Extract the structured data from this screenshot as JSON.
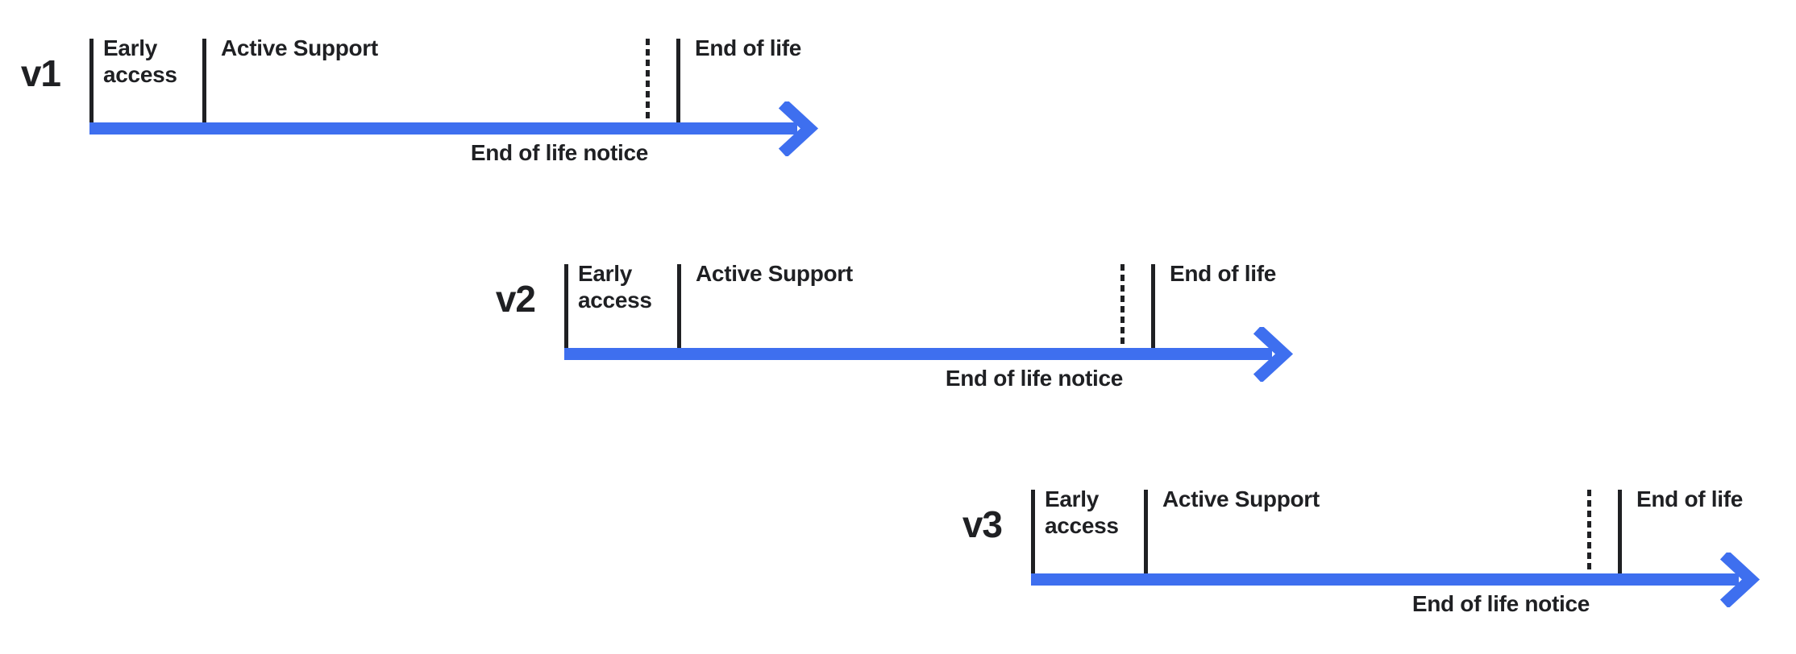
{
  "colors": {
    "arrow": "#3E6FEF",
    "ink": "#1F2023",
    "background": "#FFFFFF"
  },
  "timelines": [
    {
      "version": "v1",
      "early_access": "Early access",
      "active_support": "Active Support",
      "end_of_life": "End of life",
      "end_of_life_notice": "End of life notice"
    },
    {
      "version": "v2",
      "early_access": "Early access",
      "active_support": "Active Support",
      "end_of_life": "End of life",
      "end_of_life_notice": "End of life notice"
    },
    {
      "version": "v3",
      "early_access": "Early access",
      "active_support": "Active Support",
      "end_of_life": "End of life",
      "end_of_life_notice": "End of life notice"
    }
  ]
}
